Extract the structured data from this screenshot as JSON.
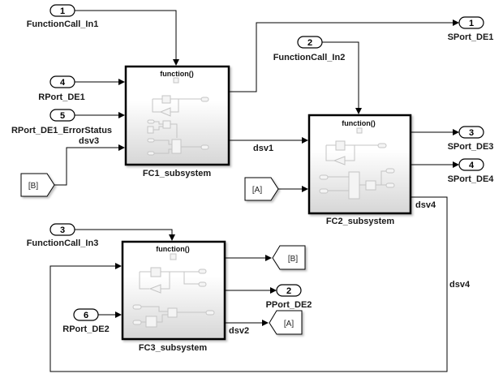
{
  "diagram": {
    "type": "simulink-block-diagram",
    "inports": [
      {
        "number": "1",
        "label": "FunctionCall_In1"
      },
      {
        "number": "2",
        "label": "FunctionCall_In2"
      },
      {
        "number": "3",
        "label": "FunctionCall_In3"
      },
      {
        "number": "4",
        "label": "RPort_DE1"
      },
      {
        "number": "5",
        "label": "RPort_DE1_ErrorStatus"
      },
      {
        "number": "6",
        "label": "RPort_DE2"
      }
    ],
    "outports": [
      {
        "number": "1",
        "label": "SPort_DE1"
      },
      {
        "number": "2",
        "label": "PPort_DE2"
      },
      {
        "number": "3",
        "label": "SPort_DE3"
      },
      {
        "number": "4",
        "label": "SPort_DE4"
      }
    ],
    "subsystems": [
      {
        "name": "FC1_subsystem",
        "trigger_label": "function()"
      },
      {
        "name": "FC2_subsystem",
        "trigger_label": "function()"
      },
      {
        "name": "FC3_subsystem",
        "trigger_label": "function()"
      }
    ],
    "from_blocks": [
      {
        "tag": "[B]"
      },
      {
        "tag": "[A]"
      }
    ],
    "goto_blocks": [
      {
        "tag": "[B]"
      },
      {
        "tag": "[A]"
      }
    ],
    "signals": {
      "dsv1": "dsv1",
      "dsv2": "dsv2",
      "dsv3": "dsv3",
      "dsv4_top": "dsv4",
      "dsv4_side": "dsv4"
    }
  },
  "colors": {
    "line": "#000000",
    "block_fill_top": "#ffffff",
    "block_fill_bottom": "#d9d9d9",
    "icon_stroke": "#c4c4c4"
  }
}
